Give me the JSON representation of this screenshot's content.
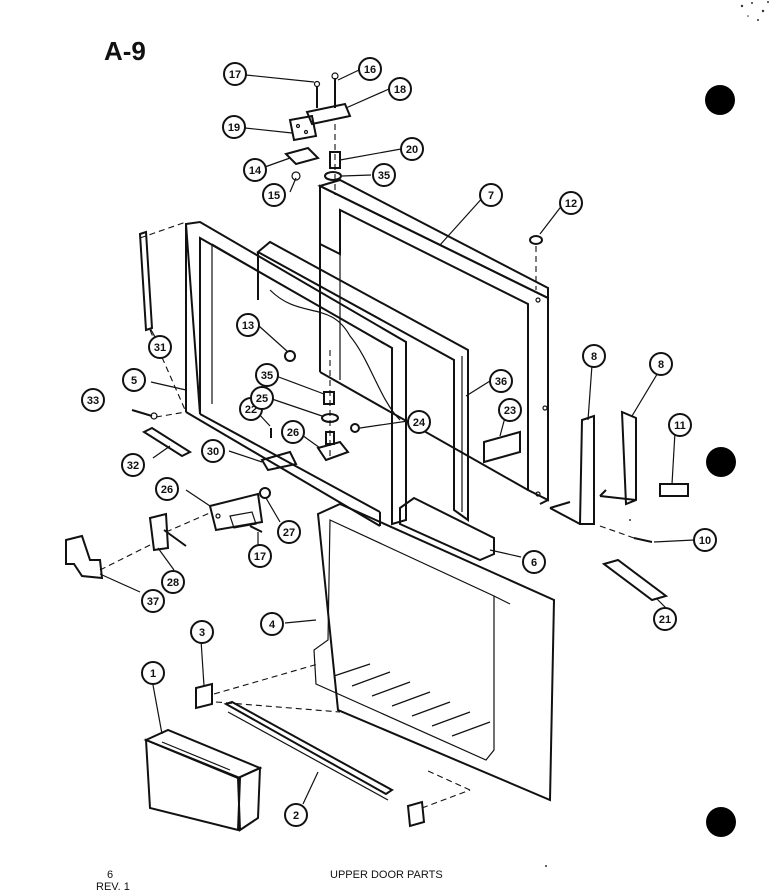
{
  "diagram": {
    "section_label": "A-9",
    "caption": "UPPER DOOR PARTS",
    "page_number": "6",
    "revision": "REV. 1"
  },
  "callouts": [
    {
      "id": "c1",
      "number": "1"
    },
    {
      "id": "c2",
      "number": "2"
    },
    {
      "id": "c3",
      "number": "3"
    },
    {
      "id": "c4",
      "number": "4"
    },
    {
      "id": "c5",
      "number": "5"
    },
    {
      "id": "c6",
      "number": "6"
    },
    {
      "id": "c7",
      "number": "7"
    },
    {
      "id": "c8a",
      "number": "8"
    },
    {
      "id": "c8b",
      "number": "8"
    },
    {
      "id": "c10",
      "number": "10"
    },
    {
      "id": "c11",
      "number": "11"
    },
    {
      "id": "c12",
      "number": "12"
    },
    {
      "id": "c13",
      "number": "13"
    },
    {
      "id": "c14",
      "number": "14"
    },
    {
      "id": "c15",
      "number": "15"
    },
    {
      "id": "c16",
      "number": "16"
    },
    {
      "id": "c17a",
      "number": "17"
    },
    {
      "id": "c17b",
      "number": "17"
    },
    {
      "id": "c18",
      "number": "18"
    },
    {
      "id": "c19",
      "number": "19"
    },
    {
      "id": "c20",
      "number": "20"
    },
    {
      "id": "c21",
      "number": "21"
    },
    {
      "id": "c22",
      "number": "22"
    },
    {
      "id": "c23",
      "number": "23"
    },
    {
      "id": "c24",
      "number": "24"
    },
    {
      "id": "c25",
      "number": "25"
    },
    {
      "id": "c26a",
      "number": "26"
    },
    {
      "id": "c26b",
      "number": "26"
    },
    {
      "id": "c27",
      "number": "27"
    },
    {
      "id": "c28",
      "number": "28"
    },
    {
      "id": "c30",
      "number": "30"
    },
    {
      "id": "c31",
      "number": "31"
    },
    {
      "id": "c32",
      "number": "32"
    },
    {
      "id": "c33",
      "number": "33"
    },
    {
      "id": "c35a",
      "number": "35"
    },
    {
      "id": "c35b",
      "number": "35"
    },
    {
      "id": "c36",
      "number": "36"
    },
    {
      "id": "c37",
      "number": "37"
    }
  ]
}
